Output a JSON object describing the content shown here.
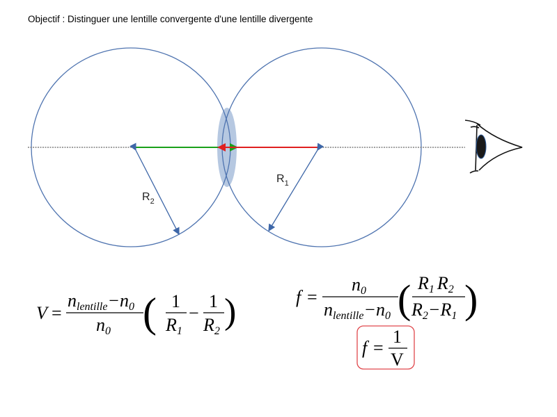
{
  "title": "Objectif : Distinguer une lentille convergente d'une lentille divergente",
  "labels": {
    "r1": "R",
    "r1_sub": "1",
    "r2": "R",
    "r2_sub": "2"
  },
  "formula_v": {
    "lhs": "V",
    "eq": "=",
    "n_lens": "n",
    "n_lens_sub": "lentille",
    "minus": "−",
    "n0": "n",
    "n0_sub": "0",
    "one": "1",
    "R": "R",
    "sub1": "1",
    "sub2": "2"
  },
  "formula_f": {
    "lhs": "f",
    "eq": "=",
    "n": "n",
    "sub0": "0",
    "lentille": "lentille",
    "minus": "−",
    "R": "R",
    "sub1": "1",
    "sub2": "2"
  },
  "formula_fv": {
    "lhs": "f",
    "eq": "=",
    "one": "1",
    "V": "V"
  },
  "colors": {
    "circle": "#4f74b0",
    "lens": "#a9bedc",
    "green": "#1aa01a",
    "red": "#e02020",
    "box": "#e0474c"
  }
}
